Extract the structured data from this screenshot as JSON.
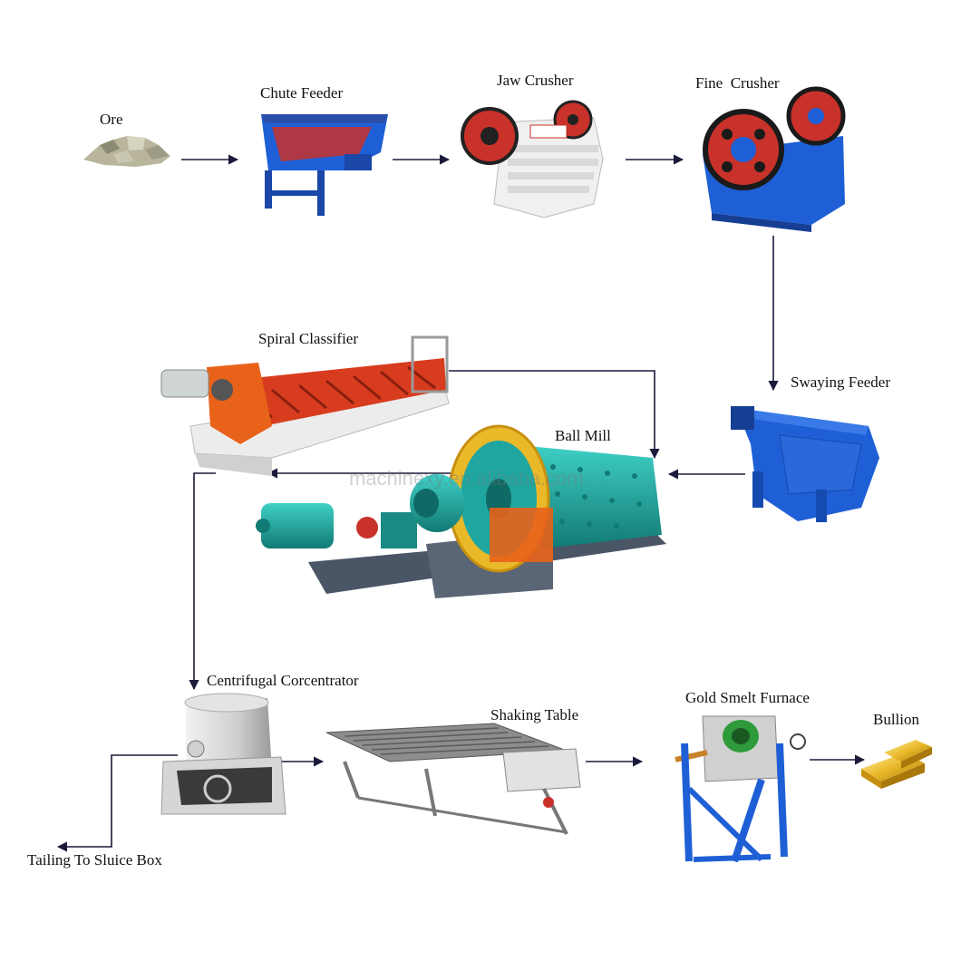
{
  "stages": {
    "ore": "Ore",
    "chute_feeder": "Chute Feeder",
    "jaw_crusher": "Jaw Crusher",
    "fine_crusher": "Fine  Crusher",
    "swaying_feeder": "Swaying Feeder",
    "ball_mill": "Ball Mill",
    "spiral_classifier": "Spiral Classifier",
    "centrifugal_concentrator": "Centrifugal Corcentrator",
    "shaking_table": "Shaking Table",
    "gold_smelt_furnace": "Gold Smelt Furnace",
    "bullion": "Bullion",
    "tailing": "Tailing To Sluice Box"
  },
  "watermark": "machinexy.en.alibaba.com",
  "colors": {
    "arrow": "#1a1a3a",
    "blue_machine": "#1f5fd6",
    "red_wheel": "#c8322a",
    "orange": "#e8621a",
    "teal": "#1fa6a0",
    "gold": "#e9b92a",
    "gray": "#d8d8d8"
  }
}
